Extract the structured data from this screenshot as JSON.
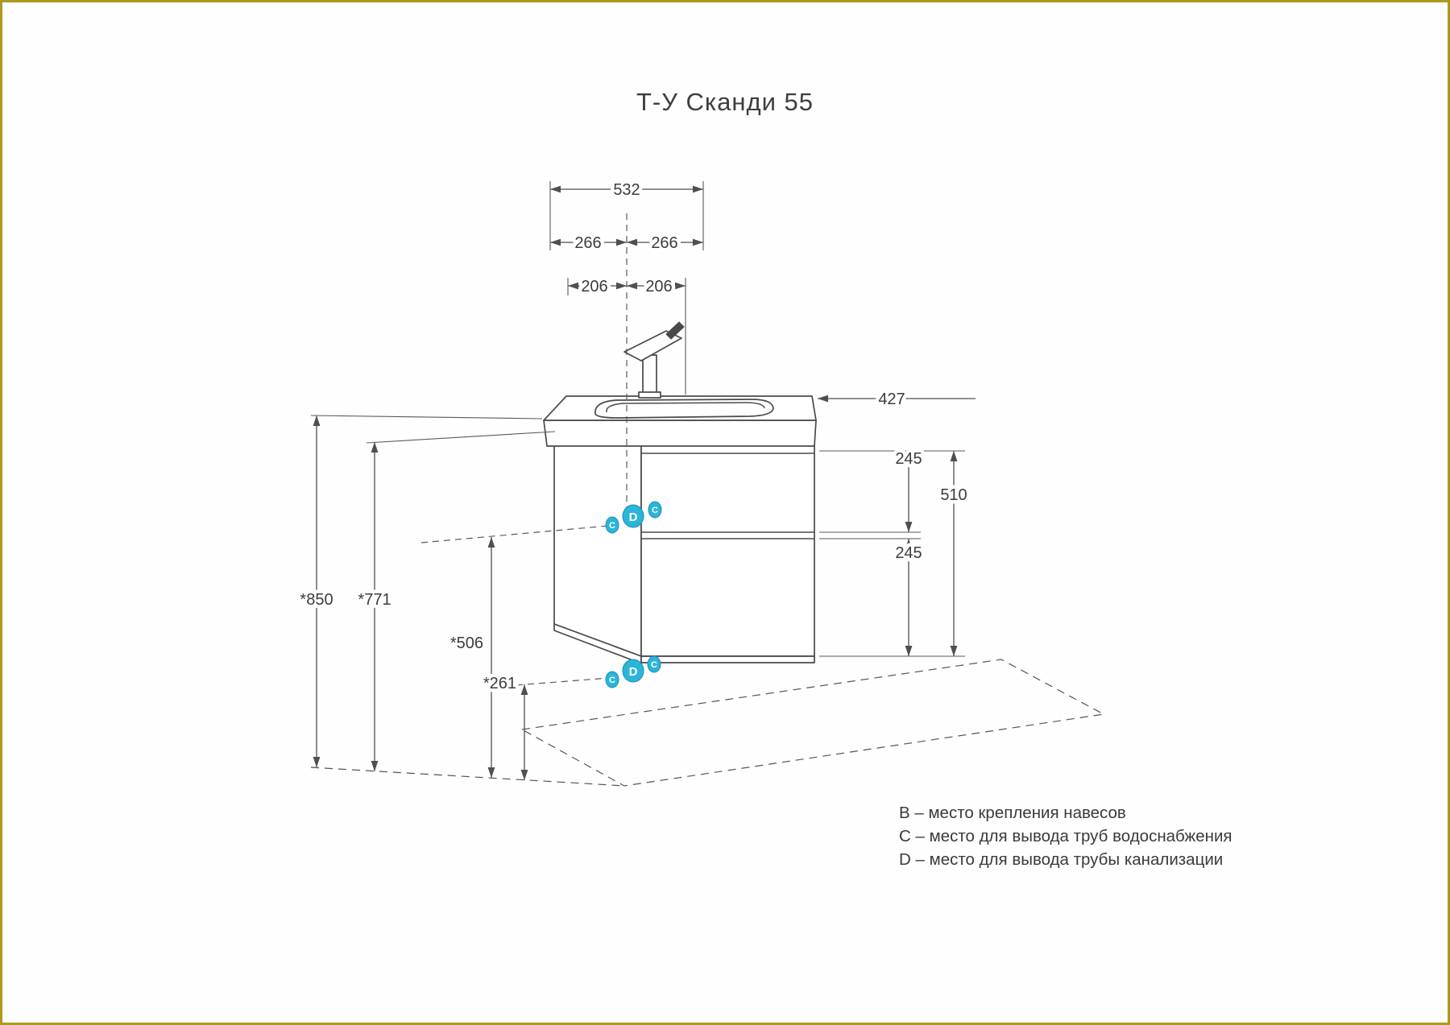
{
  "title": "Т-У Сканди 55",
  "diagram": {
    "dimensions": {
      "width_total": "532",
      "width_half_left": "266",
      "width_half_right": "266",
      "mount_left": "206",
      "mount_right": "206",
      "depth": "427",
      "height_top_drawer": "245",
      "cabinet_height": "510",
      "height_bottom_drawer": "245",
      "floor_to_rim": "*850",
      "floor_to_cabinet_top": "*771",
      "floor_to_water_supply": "*506",
      "floor_to_drain": "*261"
    },
    "marks": {
      "middle": [
        "C",
        "D",
        "C"
      ],
      "floor": [
        "C",
        "D",
        "C"
      ]
    },
    "legend": [
      {
        "key": "B",
        "text": "B – место крепления навесов"
      },
      {
        "key": "C",
        "text": "C – место для вывода труб водоснабжения"
      },
      {
        "key": "D",
        "text": "D – место для вывода трубы канализации"
      }
    ],
    "colors": {
      "accent": "#2bb5d8",
      "line": "#4a4a4a",
      "frame": "#ab9a1f"
    }
  }
}
